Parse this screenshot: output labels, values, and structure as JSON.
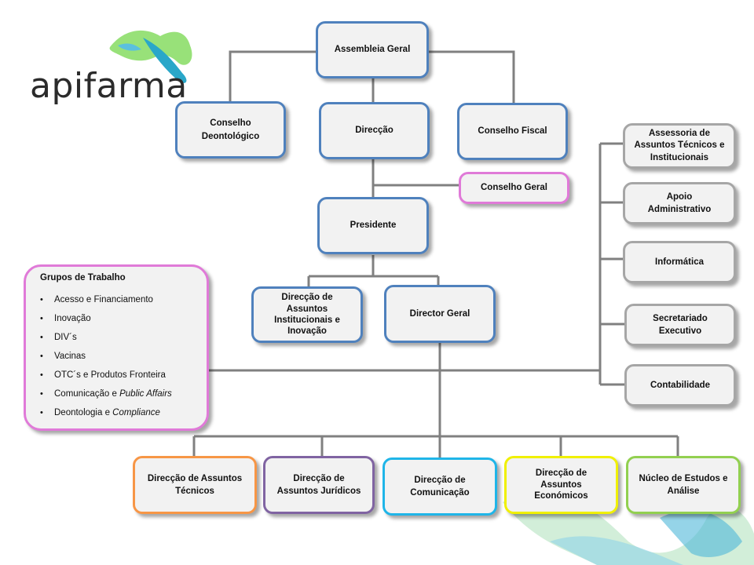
{
  "logo": {
    "text": "apifarma",
    "colors": [
      "#5bc0de",
      "#7ed957",
      "#2aa7c9"
    ]
  },
  "boxes": {
    "assembleia_geral": "Assembleia Geral",
    "conselho_deontologico": [
      "Conselho",
      "Deontológico"
    ],
    "direccao": "Direcção",
    "conselho_fiscal": "Conselho Fiscal",
    "conselho_geral": "Conselho Geral",
    "presidente": "Presidente",
    "direccao_assuntos_institucionais": [
      "Direcção de",
      "Assuntos",
      "Institucionais e",
      "Inovação"
    ],
    "director_geral": "Director Geral",
    "assessoria": [
      "Assessoria de",
      "Assuntos Técnicos e",
      "Institucionais"
    ],
    "apoio_administrativo": [
      "Apoio",
      "Administrativo"
    ],
    "informatica": "Informática",
    "secretariado_executivo": [
      "Secretariado",
      "Executivo"
    ],
    "contabilidade": "Contabilidade",
    "direccao_assuntos_tecnicos": [
      "Direcção de Assuntos",
      "Técnicos"
    ],
    "direccao_assuntos_juridicos": [
      "Direcção de",
      "Assuntos Jurídicos"
    ],
    "direccao_comunicacao": [
      "Direcção de",
      "Comunicação"
    ],
    "direccao_assuntos_economicos": [
      "Direcção de",
      "Assuntos",
      "Económicos"
    ],
    "nucleo_estudos": [
      "Núcleo de Estudos e",
      "Análise"
    ]
  },
  "working_groups": {
    "title": "Grupos de Trabalho",
    "items": [
      {
        "text": "Acesso e Financiamento",
        "italic": ""
      },
      {
        "text": "Inovação",
        "italic": ""
      },
      {
        "text": "DIV´s",
        "italic": ""
      },
      {
        "text": "Vacinas",
        "italic": ""
      },
      {
        "text": "OTC´s e Produtos Fronteira",
        "italic": ""
      },
      {
        "text": "Comunicação e ",
        "italic": "Public Affairs"
      },
      {
        "text": "Deontologia e ",
        "italic": "Compliance"
      }
    ]
  },
  "colors": {
    "connector": "#808080",
    "blue_border": "#4f81bd",
    "grey_border": "#a6a6a6",
    "pink_border": "#e07ad8",
    "orange_border": "#f79646",
    "purple_border": "#8064a2",
    "cyan_border": "#1fb5e8",
    "yellow_border": "#f0f000",
    "green_border": "#92d050"
  }
}
